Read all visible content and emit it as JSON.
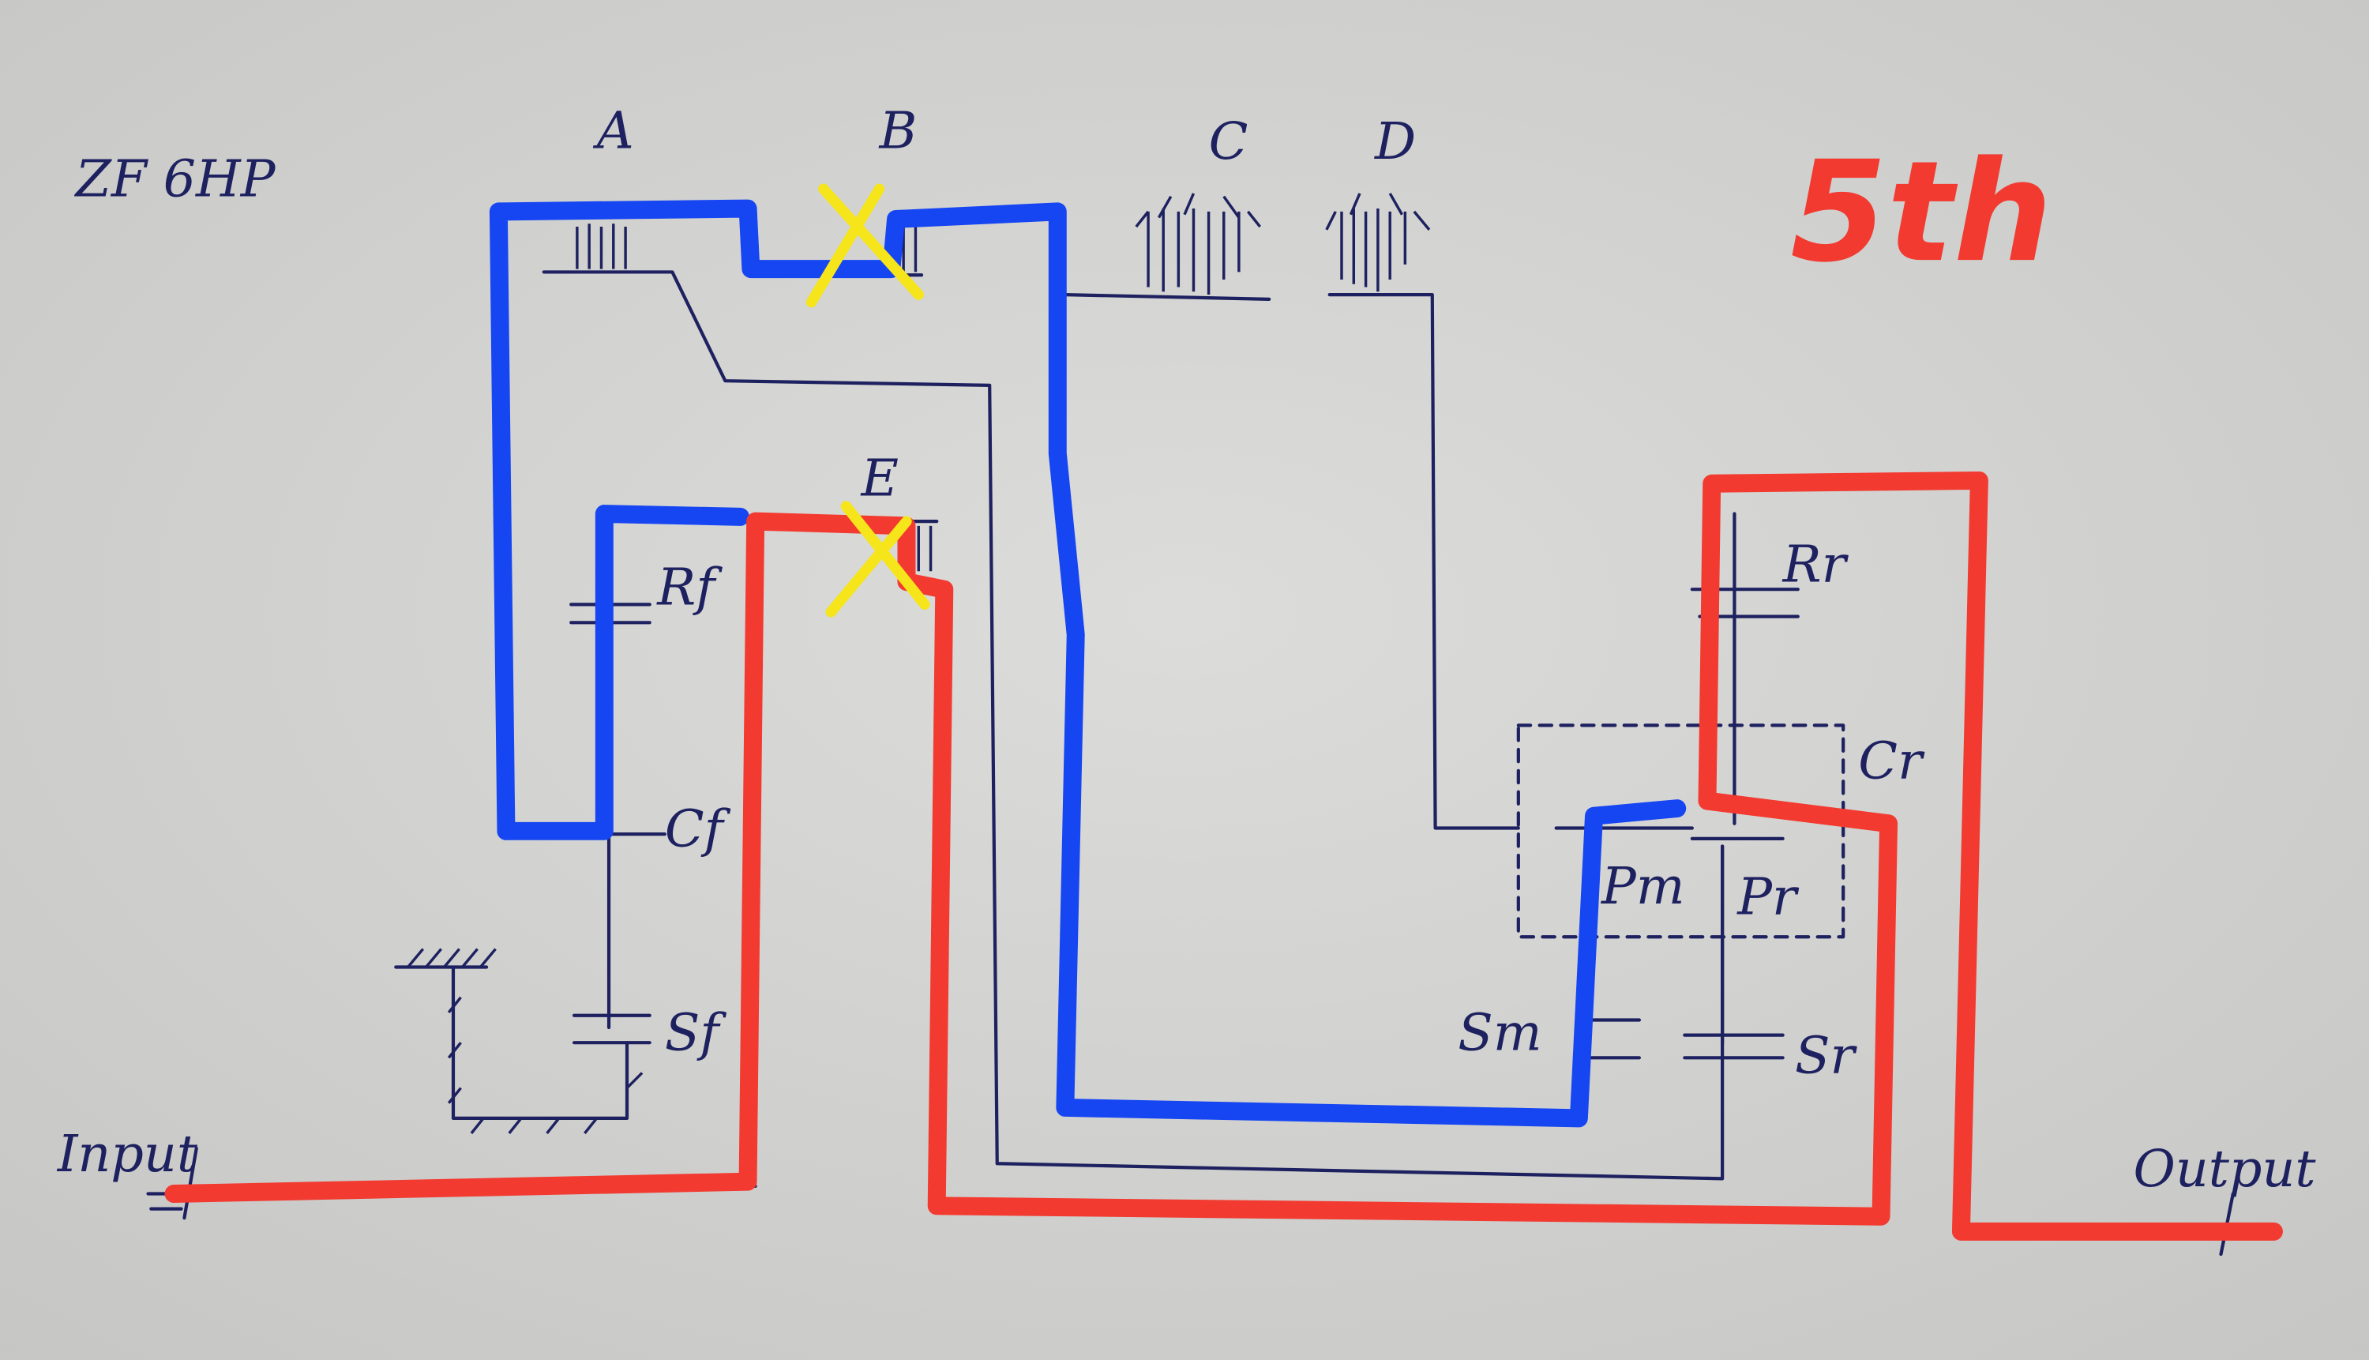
{
  "title": "ZF 6HP",
  "gear": "5th",
  "clutches": {
    "a": "A",
    "b": "B",
    "c": "C",
    "d": "D",
    "e": "E"
  },
  "front_planetary": {
    "ring": "Rf",
    "carrier": "Cf",
    "sun": "Sf"
  },
  "rear_planetary": {
    "ring": "Rr",
    "carrier": "Cr",
    "main_pinion": "Pm",
    "rear_pinion": "Pr",
    "main_sun": "Sm",
    "rear_sun": "Sr"
  },
  "input_label": "Input",
  "output_label": "Output",
  "colors": {
    "ink": "#1e2160",
    "blue_path": "#1646f2",
    "red_path": "#f23a30",
    "disengaged_mark": "#f5e51a",
    "paper": "#d3d3d1"
  }
}
